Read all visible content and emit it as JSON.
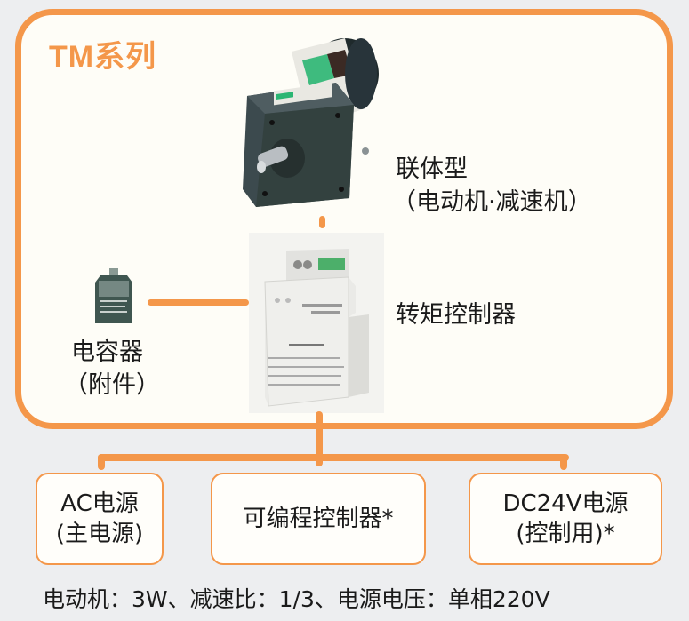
{
  "title": "TM系列",
  "components": {
    "motor": {
      "label_line1": "联体型",
      "label_line2": "（电动机·减速机）",
      "icon": "geared-motor-photo"
    },
    "controller": {
      "label": "转矩控制器",
      "icon": "torque-controller-photo"
    },
    "capacitor": {
      "label_line1": "电容器",
      "label_line2": "（附件）",
      "icon": "capacitor-photo"
    }
  },
  "external_nodes": [
    {
      "line1": "AC电源",
      "line2": "(主电源)"
    },
    {
      "line1": "可编程控制器*",
      "line2": ""
    },
    {
      "line1": "DC24V电源",
      "line2": "(控制用)*"
    }
  ],
  "footer": "电动机：3W、减速比：1/3、电源电压：单相220V",
  "colors": {
    "accent": "#f4974a",
    "frame_fill": "#fefdf7",
    "page_bg": "#edeef0",
    "text": "#1a1a1a"
  }
}
